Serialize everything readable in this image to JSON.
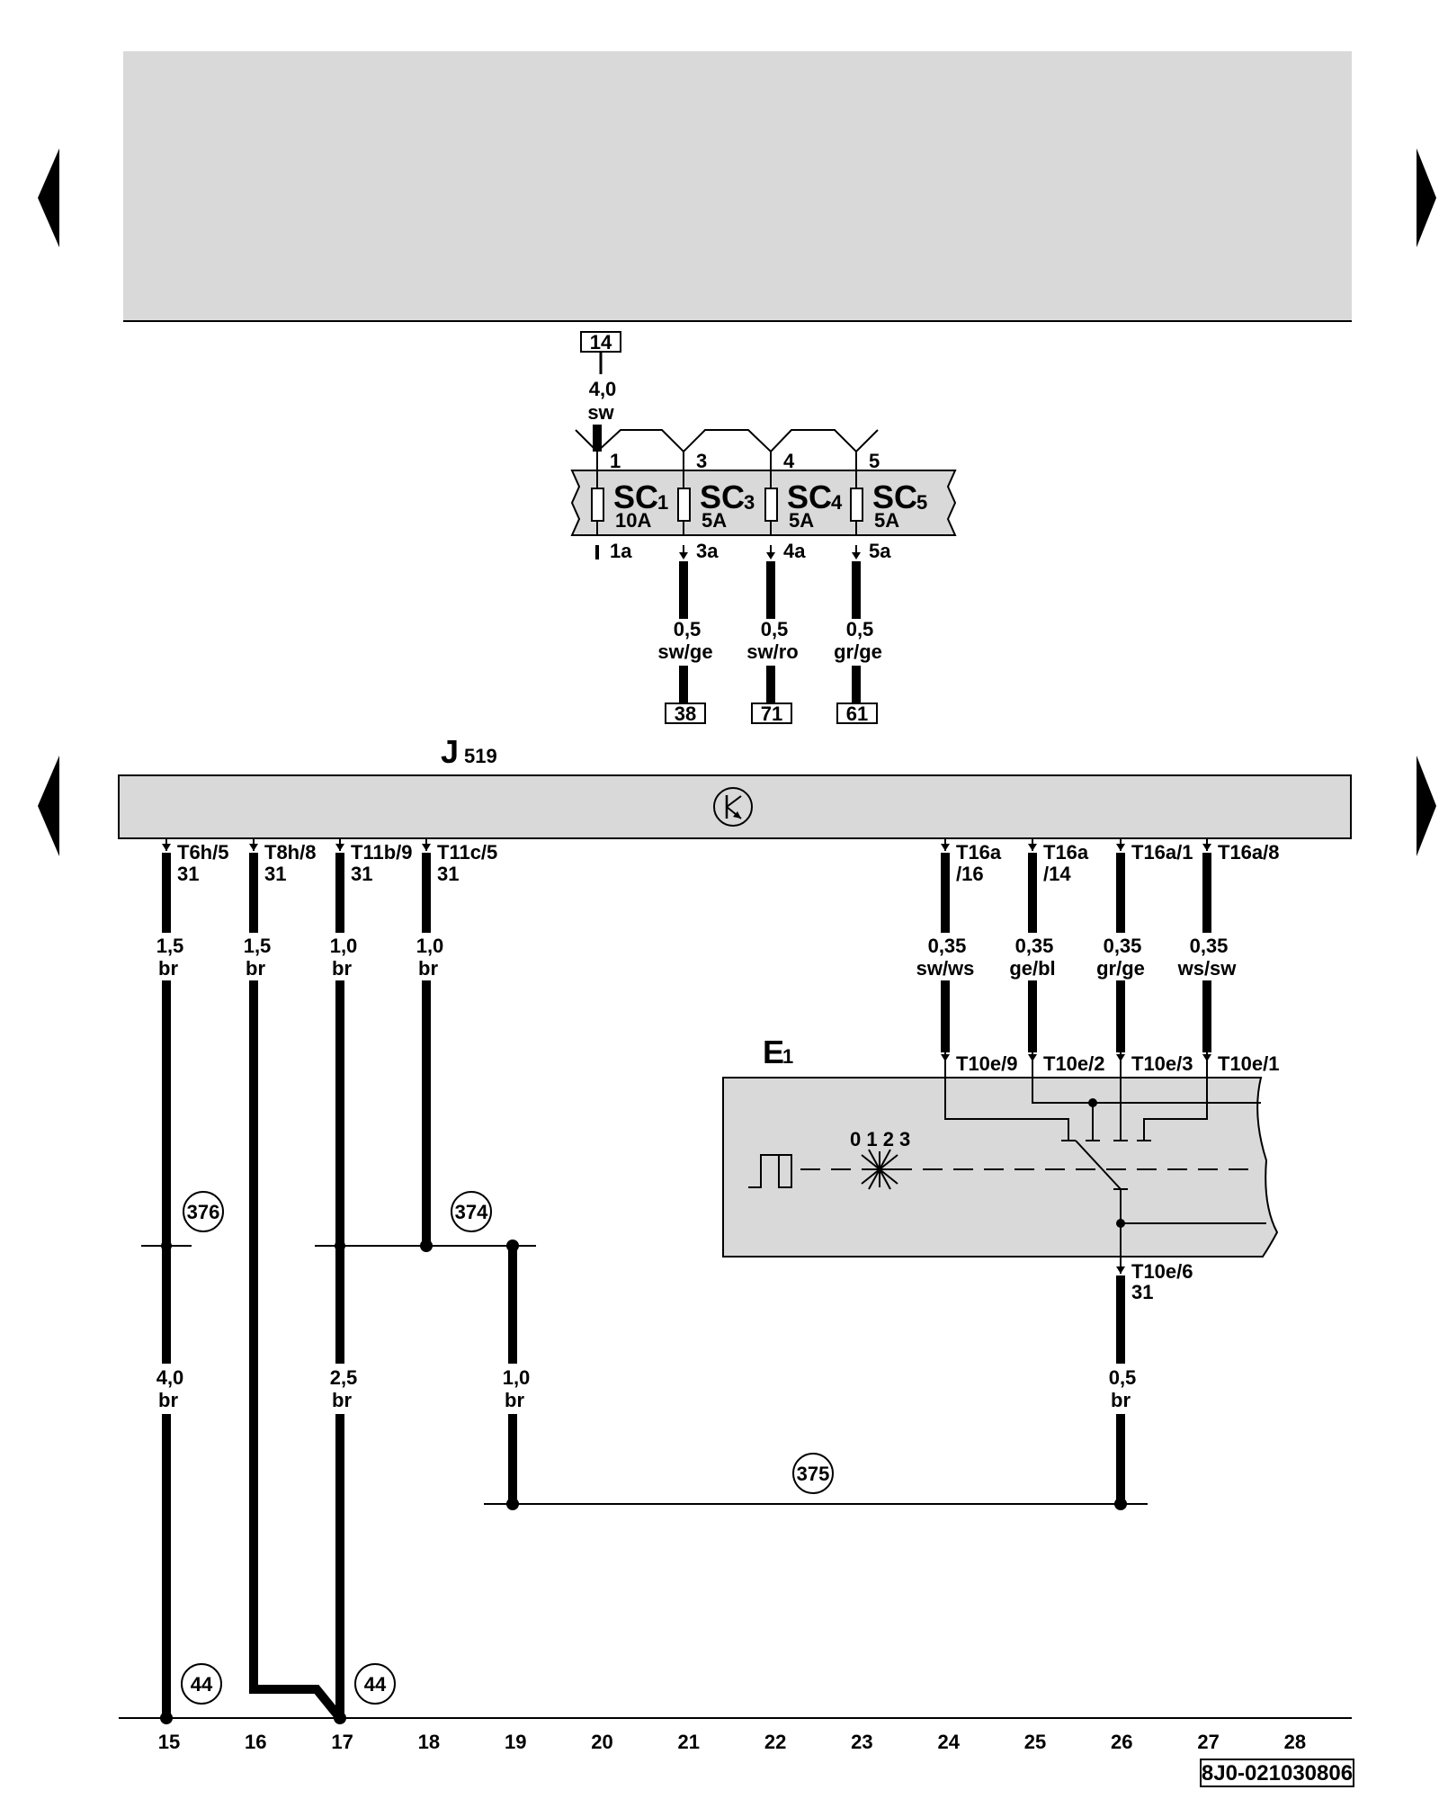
{
  "nav": {
    "prev_icon": "triangle-left-icon",
    "next_icon": "triangle-right-icon"
  },
  "fuse_carrier": {
    "supply_ref": "14",
    "supply_wire": {
      "size": "4,0",
      "color": "sw"
    },
    "fuses": [
      {
        "name": "SC",
        "num": "1",
        "rating": "10A",
        "in_pin": "1",
        "out_pin": "1a"
      },
      {
        "name": "SC",
        "num": "3",
        "rating": "5A",
        "in_pin": "3",
        "out_pin": "3a"
      },
      {
        "name": "SC",
        "num": "4",
        "rating": "5A",
        "in_pin": "4",
        "out_pin": "4a"
      },
      {
        "name": "SC",
        "num": "5",
        "rating": "5A",
        "in_pin": "5",
        "out_pin": "5a"
      }
    ],
    "out_wires": [
      {
        "size": "0,5",
        "color": "sw/ge",
        "ref": "38"
      },
      {
        "size": "0,5",
        "color": "sw/ro",
        "ref": "71"
      },
      {
        "size": "0,5",
        "color": "gr/ge",
        "ref": "61"
      }
    ]
  },
  "control_unit": {
    "name": "J",
    "sub": "519",
    "pins_left": [
      {
        "connector": "T6h/5",
        "term": "31",
        "size": "1,5",
        "color": "br"
      },
      {
        "connector": "T8h/8",
        "term": "31",
        "size": "1,5",
        "color": "br"
      },
      {
        "connector": "T11b/9",
        "term": "31",
        "size": "1,0",
        "color": "br"
      },
      {
        "connector": "T11c/5",
        "term": "31",
        "size": "1,0",
        "color": "br"
      }
    ],
    "pins_right": [
      {
        "line1": "T16a",
        "line2": "/16",
        "size": "0,35",
        "color": "sw/ws",
        "switch_pin": "T10e/9"
      },
      {
        "line1": "T16a",
        "line2": "/14",
        "size": "0,35",
        "color": "ge/bl",
        "switch_pin": "T10e/2"
      },
      {
        "line1": "T16a/1",
        "line2": "",
        "size": "0,35",
        "color": "gr/ge",
        "switch_pin": "T10e/3"
      },
      {
        "line1": "T16a/8",
        "line2": "",
        "size": "0,35",
        "color": "ws/sw",
        "switch_pin": "T10e/1"
      }
    ]
  },
  "switch": {
    "name": "E",
    "sub": "1",
    "positions": "0 1 2 3",
    "ground_pin": "T10e/6",
    "ground_term": "31",
    "ground_wire": {
      "size": "0,5",
      "color": "br"
    }
  },
  "ground_connections": {
    "c376": "376",
    "c374": "374",
    "c375": "375",
    "c44_a": "44",
    "c44_b": "44"
  },
  "ground_wires": {
    "w15": {
      "size": "4,0",
      "color": "br"
    },
    "w17": {
      "size": "2,5",
      "color": "br"
    },
    "w19": {
      "size": "1,0",
      "color": "br"
    }
  },
  "current_tracks": [
    "15",
    "16",
    "17",
    "18",
    "19",
    "20",
    "21",
    "22",
    "23",
    "24",
    "25",
    "26",
    "27",
    "28"
  ],
  "diagram_id": "8J0-021030806"
}
